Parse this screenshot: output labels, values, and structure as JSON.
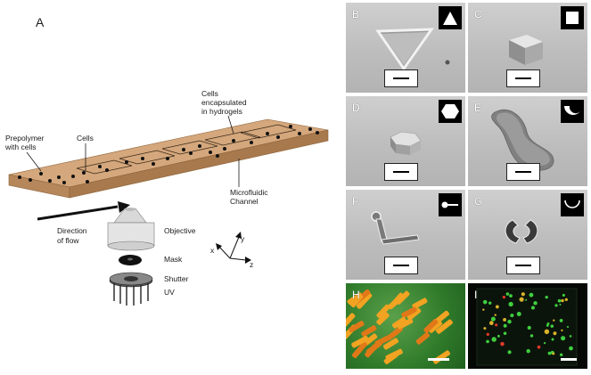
{
  "panels": {
    "A": "A",
    "B": "B",
    "C": "C",
    "D": "D",
    "E": "E",
    "F": "F",
    "G": "G",
    "H": "H",
    "I": "I"
  },
  "schematic": {
    "prepolymer_line1": "Prepolymer",
    "prepolymer_line2": "with cells",
    "cells": "Cells",
    "encapsulated_line1": "Cells",
    "encapsulated_line2": "encapsulated",
    "encapsulated_line3": "in hydrogels",
    "microfluidic_line1": "Microfluidic",
    "microfluidic_line2": "Channel",
    "direction_line1": "Direction",
    "direction_line2": "of flow",
    "objective": "Objective",
    "mask": "Mask",
    "shutter": "Shutter",
    "uv": "UV",
    "axis_x": "x",
    "axis_y": "y",
    "axis_z": "z"
  },
  "colors": {
    "channel_top": "#d4a77c",
    "channel_side": "#b08257",
    "sem_gray": "#c4c4c4",
    "fluorescence_orange": "#f0a020",
    "fluorescence_green": "#2f8a2a",
    "live_green": "#3fcf3f",
    "dead_red": "#e23a2a"
  },
  "insets": {
    "B": "triangle-icon",
    "C": "square-icon",
    "D": "hexagon-icon",
    "E": "crescent-icon",
    "F": "stick-icon",
    "G": "arc-icon"
  }
}
